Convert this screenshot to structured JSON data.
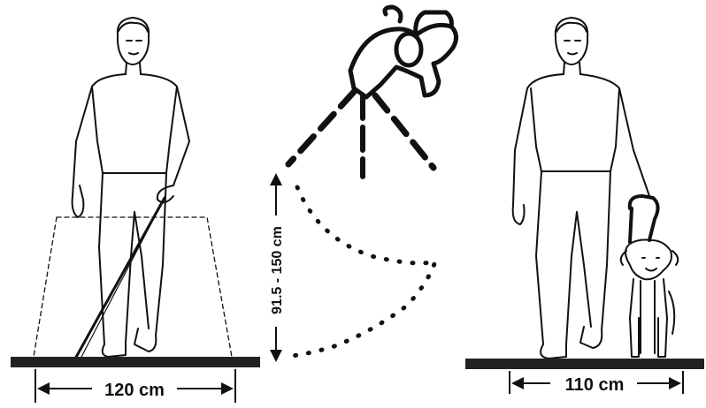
{
  "left_figure": {
    "width_label": "120 cm",
    "aid": "white-cane"
  },
  "center_figure": {
    "height_label": "91.5 - 150 cm"
  },
  "right_figure": {
    "width_label": "110 cm",
    "aid": "guide-dog"
  },
  "colors": {
    "ink": "#111111",
    "floor": "#222222",
    "background": "#ffffff"
  }
}
